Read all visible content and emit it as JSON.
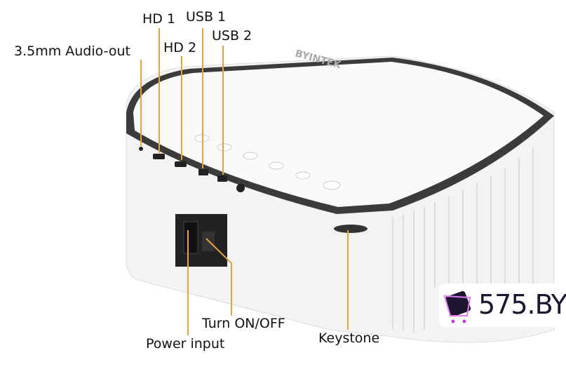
{
  "labels": {
    "audio_out": "3.5mm Audio-out",
    "hd1": "HD 1",
    "hd2": "HD 2",
    "usb1": "USB 1",
    "usb2": "USB 2",
    "power_input": "Power input",
    "turn_on_off": "Turn ON/OFF",
    "keystone": "Keystone"
  },
  "brand": "BYINTEK",
  "watermark": "575.BY",
  "colors": {
    "leader_line": "#e8a33a",
    "body": "#f4f4f4",
    "bezel": "#3a3a3a"
  }
}
